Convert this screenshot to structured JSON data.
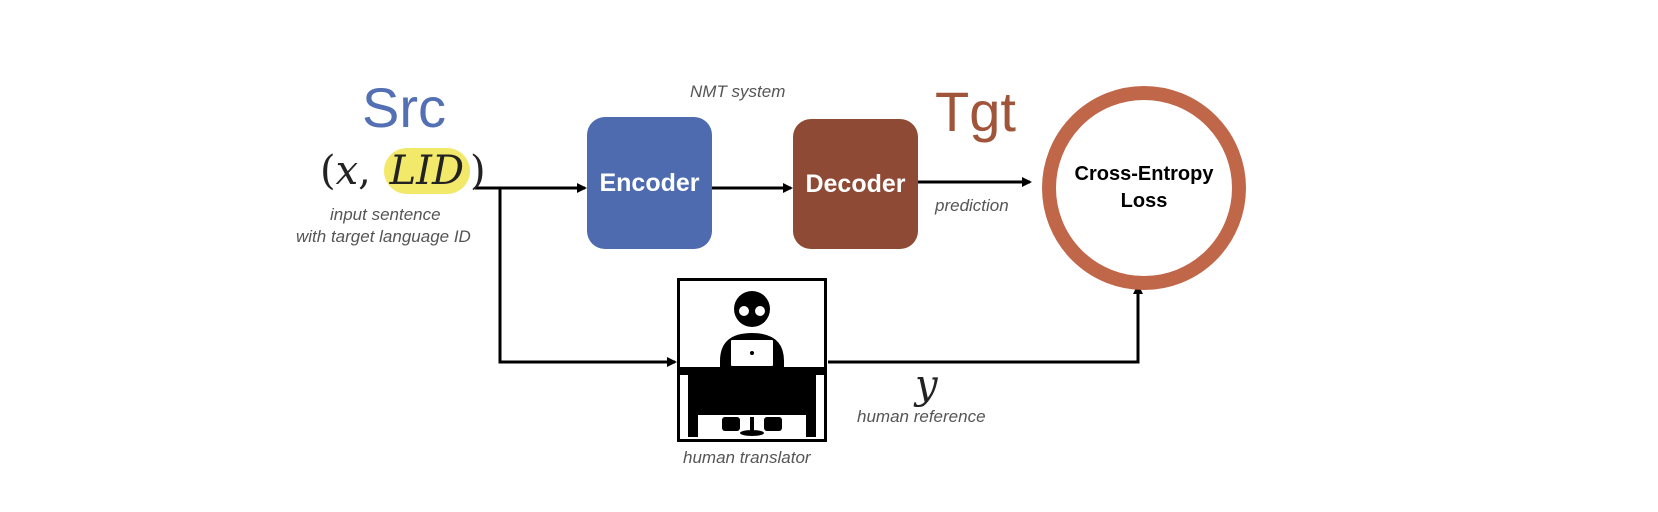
{
  "src_label": "Src",
  "tgt_label": "Tgt",
  "nmt_label": "NMT system",
  "input_math": {
    "open": "(",
    "x": "x",
    "comma": ",",
    "lid": "LID",
    "close": ")"
  },
  "input_caption_line1": "input sentence",
  "input_caption_line2": "with target language ID",
  "encoder_label": "Encoder",
  "decoder_label": "Decoder",
  "prediction_label": "prediction",
  "loss_line1": "Cross-Entropy",
  "loss_line2": "Loss",
  "y_math": "y",
  "human_reference_label": "human reference",
  "human_translator_label": "human translator",
  "colors": {
    "src": "#5470b4",
    "tgt": "#a0553a",
    "encoder": "#4e6bb0",
    "decoder": "#8e4a34",
    "loss_ring": "#c0674a",
    "lid_highlight": "#f2e86a"
  }
}
